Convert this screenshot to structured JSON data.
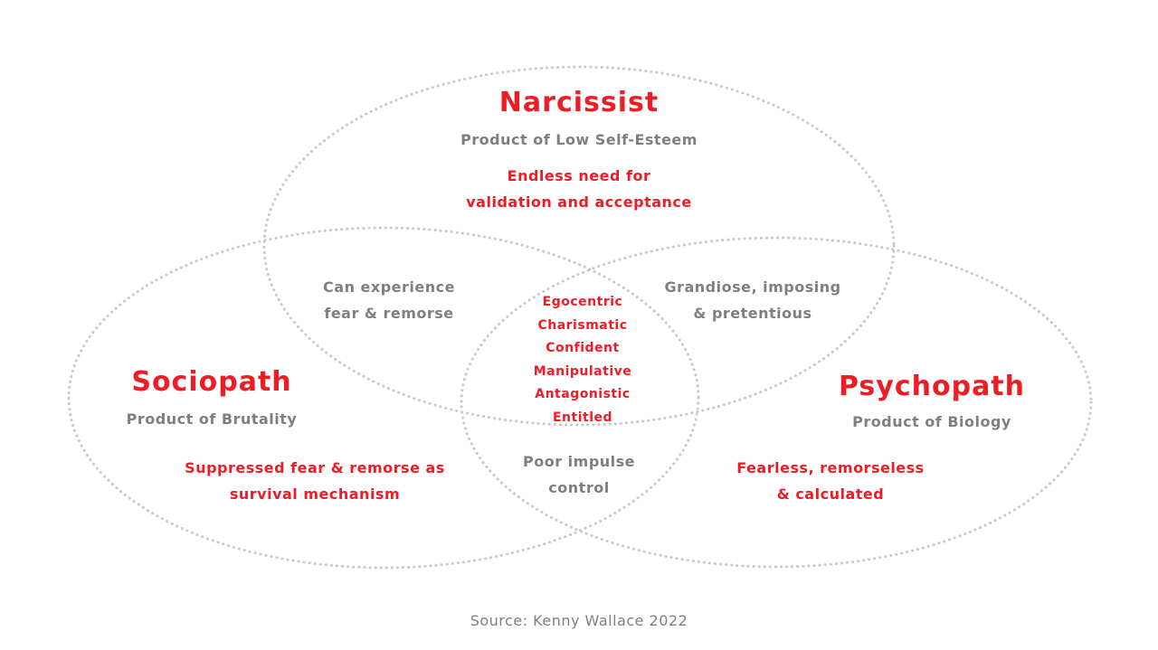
{
  "colors": {
    "accent": "#ee1c25",
    "gray": "#7f7f7f",
    "outline": "#c8c8c8",
    "background": "#ffffff"
  },
  "diagram": {
    "type": "venn-3",
    "sets": [
      {
        "name": "Narcissist",
        "subtitle": "Product of Low Self-Esteem",
        "trait_lines": [
          "Endless need for",
          "validation and acceptance"
        ]
      },
      {
        "name": "Sociopath",
        "subtitle": "Product of Brutality",
        "trait_lines": [
          "Suppressed fear & remorse as",
          "survival mechanism"
        ]
      },
      {
        "name": "Psychopath",
        "subtitle": "Product of Biology",
        "trait_lines": [
          "Fearless, remorseless",
          "&  calculated"
        ]
      }
    ],
    "overlaps": {
      "narcissist_sociopath": [
        "Can experience",
        "fear & remorse"
      ],
      "narcissist_psychopath": [
        "Grandiose, imposing",
        "& pretentious"
      ],
      "sociopath_psychopath": [
        "Poor impulse",
        "control"
      ],
      "all_three": [
        "Egocentric",
        "Charismatic",
        "Confident",
        "Manipulative",
        "Antagonistic",
        "Entitled"
      ]
    }
  },
  "source": "Source: Kenny Wallace 2022"
}
